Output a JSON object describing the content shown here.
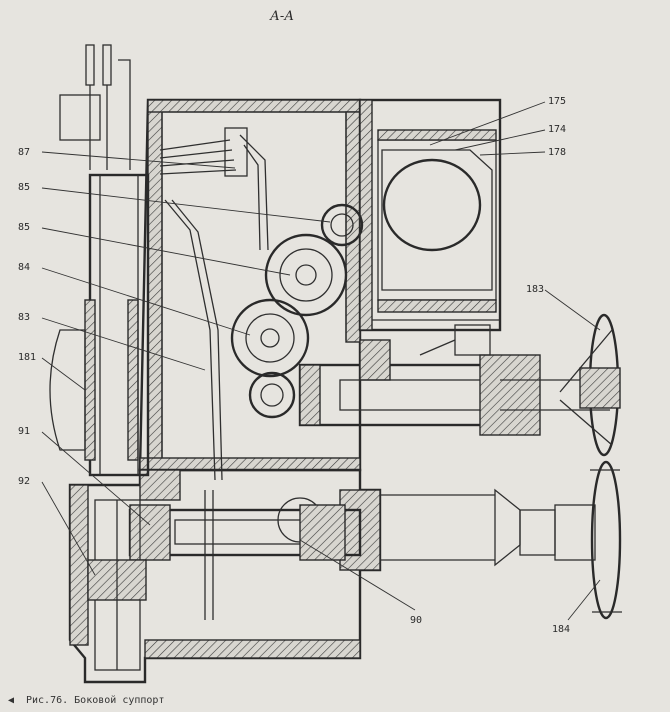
{
  "figure": {
    "section_title": "А-А",
    "caption_marker": "◀",
    "caption_text": "Рис.76. Боковой суппорт"
  },
  "callouts": [
    {
      "id": "c175",
      "text": "175"
    },
    {
      "id": "c174",
      "text": "174"
    },
    {
      "id": "c178",
      "text": "178"
    },
    {
      "id": "c87",
      "text": "87"
    },
    {
      "id": "c85a",
      "text": "85"
    },
    {
      "id": "c85b",
      "text": "85"
    },
    {
      "id": "c84",
      "text": "84"
    },
    {
      "id": "c83",
      "text": "83"
    },
    {
      "id": "c181",
      "text": "181"
    },
    {
      "id": "c91",
      "text": "91"
    },
    {
      "id": "c92",
      "text": "92"
    },
    {
      "id": "c183",
      "text": "183"
    },
    {
      "id": "c90",
      "text": "90"
    },
    {
      "id": "c184",
      "text": "184"
    }
  ]
}
